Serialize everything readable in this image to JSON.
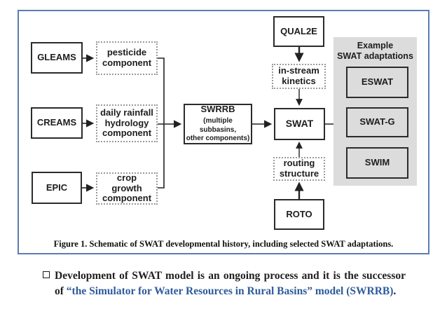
{
  "colors": {
    "frame_border": "#5b7cb4",
    "accent_blue": "#2e5b9b",
    "panel_gray": "#dcdcdc"
  },
  "diagram": {
    "nodes": {
      "gleams": "GLEAMS",
      "creams": "CREAMS",
      "epic": "EPIC",
      "pesticide": "pesticide\ncomponent",
      "daily_rainfall": "daily rainfall\nhydrology\ncomponent",
      "crop_growth": "crop\ngrowth\ncomponent",
      "swrrb_title": "SWRRB",
      "swrrb_subtitle": "(multiple subbasins,\nother components)",
      "qual2e": "QUAL2E",
      "in_stream": "in-stream\nkinetics",
      "swat": "SWAT",
      "routing": "routing\nstructure",
      "roto": "ROTO",
      "eswat": "ESWAT",
      "swat_g": "SWAT-G",
      "swim": "SWIM"
    },
    "panel_title": "Example\nSWAT adaptations",
    "caption": "Figure 1. Schematic of SWAT developmental history, including selected SWAT adaptations."
  },
  "bullet": {
    "black_1": "Development of SWAT model is an ongoing process and it is the successor of ",
    "blue": "“the Simulator for Water Resources in Rural Basins” model (SWRRB)",
    "black_2": "."
  }
}
